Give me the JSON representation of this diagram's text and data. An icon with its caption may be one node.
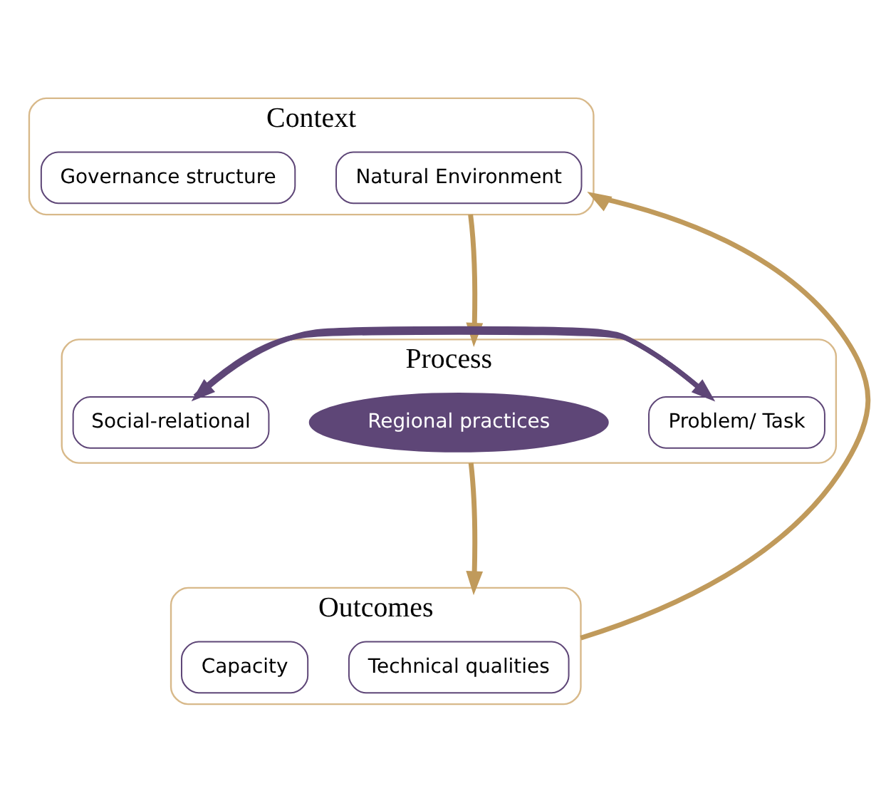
{
  "diagram": {
    "nodes": [
      {
        "text": [
          "Context"
        ]
      },
      {
        "text": [
          "Governance structure"
        ],
        "in": 0
      },
      {
        "text": [
          "Natural Environment"
        ],
        "in": 0
      },
      {
        "text": [
          "Process"
        ]
      },
      {
        "text": [
          "Social-relational"
        ],
        "in": 3
      },
      {
        "text": [
          "Regional practices"
        ],
        "in": 3
      },
      {
        "text": [
          "Problem/ Task"
        ],
        "in": 3
      },
      {
        "text": [
          "Outcomes"
        ]
      },
      {
        "text": [
          "Capacity"
        ],
        "in": 7
      },
      {
        "text": [
          "Technical qualities"
        ],
        "in": 7
      }
    ],
    "edges": [
      {
        "from": 0,
        "to": 3,
        "arrow": "to",
        "color": "#c09a5b"
      },
      {
        "from": 3,
        "to": 7,
        "arrow": "to",
        "color": "#c09a5b"
      },
      {
        "from": 7,
        "to": 0,
        "arrow": "to",
        "color": "#c09a5b"
      },
      {
        "from": 4,
        "to": 6,
        "arrow": "to",
        "color": "#5e4677"
      },
      {
        "from": 6,
        "to": 4,
        "arrow": "to",
        "color": "#5e4677"
      }
    ]
  }
}
